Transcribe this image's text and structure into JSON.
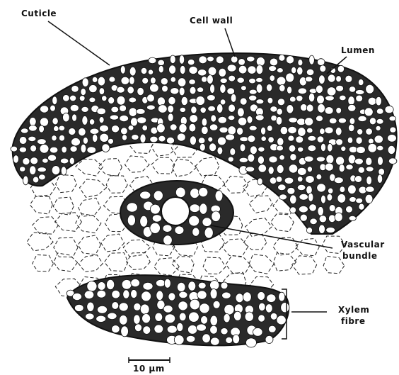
{
  "labels": {
    "cuticle": "Cuticle",
    "cell_wall": "Cell wall",
    "lumen": "Lumen",
    "vascular_line1": "Vascular",
    "vascular_line2": "bundle",
    "xylem_line1": "Xylem",
    "xylem_line2": "fibre",
    "scale": "10 µm"
  },
  "colors": {
    "ink": "#111111",
    "lumen_fill": "#ffffff",
    "wall_fill": "#2a2a2a",
    "background": "#ffffff"
  }
}
